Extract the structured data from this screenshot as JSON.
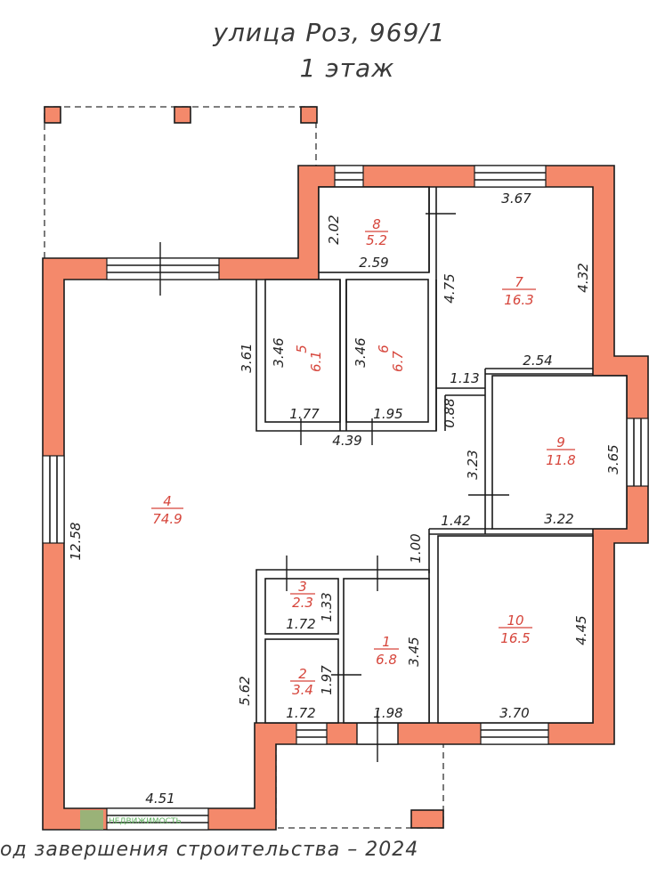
{
  "header": {
    "address": "улица Роз,   969/1",
    "floor": "1 этаж"
  },
  "footer": {
    "text": "од завершения строительства – 2024"
  },
  "watermark": {
    "text": "НЕДВИЖИМОСТЬ",
    "color": "#5fb05f"
  },
  "colors": {
    "wall": "#f4896b",
    "room_label": "#d6453b",
    "line": "#1a1a1a"
  },
  "rooms": [
    {
      "number": "1",
      "area": "6.8"
    },
    {
      "number": "2",
      "area": "3.4"
    },
    {
      "number": "3",
      "area": "2.3"
    },
    {
      "number": "4",
      "area": "74.9"
    },
    {
      "number": "5",
      "area": "6.1"
    },
    {
      "number": "6",
      "area": "6.7"
    },
    {
      "number": "7",
      "area": "16.3"
    },
    {
      "number": "8",
      "area": "5.2"
    },
    {
      "number": "9",
      "area": "11.8"
    },
    {
      "number": "10",
      "area": "16.5"
    }
  ],
  "dimensions": {
    "r8_h": "2.02",
    "r8_w": "2.59",
    "r7_top": "3.67",
    "r7_right": "4.32",
    "r7_left": "4.75",
    "r5_h": "3.46",
    "r5_w": "1.77",
    "r6_h": "3.46",
    "r6_w": "1.95",
    "corr_h": "3.61",
    "corr_w": "4.39",
    "hall_top": "2.54",
    "hall_w": "1.13",
    "hall_gap": "0.88",
    "r9_left": "3.23",
    "r9_right": "3.65",
    "r9_w": "3.22",
    "hall_bottom": "1.42",
    "gap_1": "1.00",
    "r4_h": "12.58",
    "r4_low": "5.62",
    "r4_w": "4.51",
    "r3_h": "1.33",
    "r3_w": "1.72",
    "r2_h": "1.97",
    "r2_w": "1.72",
    "r1_h": "3.45",
    "r1_w": "1.98",
    "r10_h": "4.45",
    "r10_w": "3.70"
  }
}
